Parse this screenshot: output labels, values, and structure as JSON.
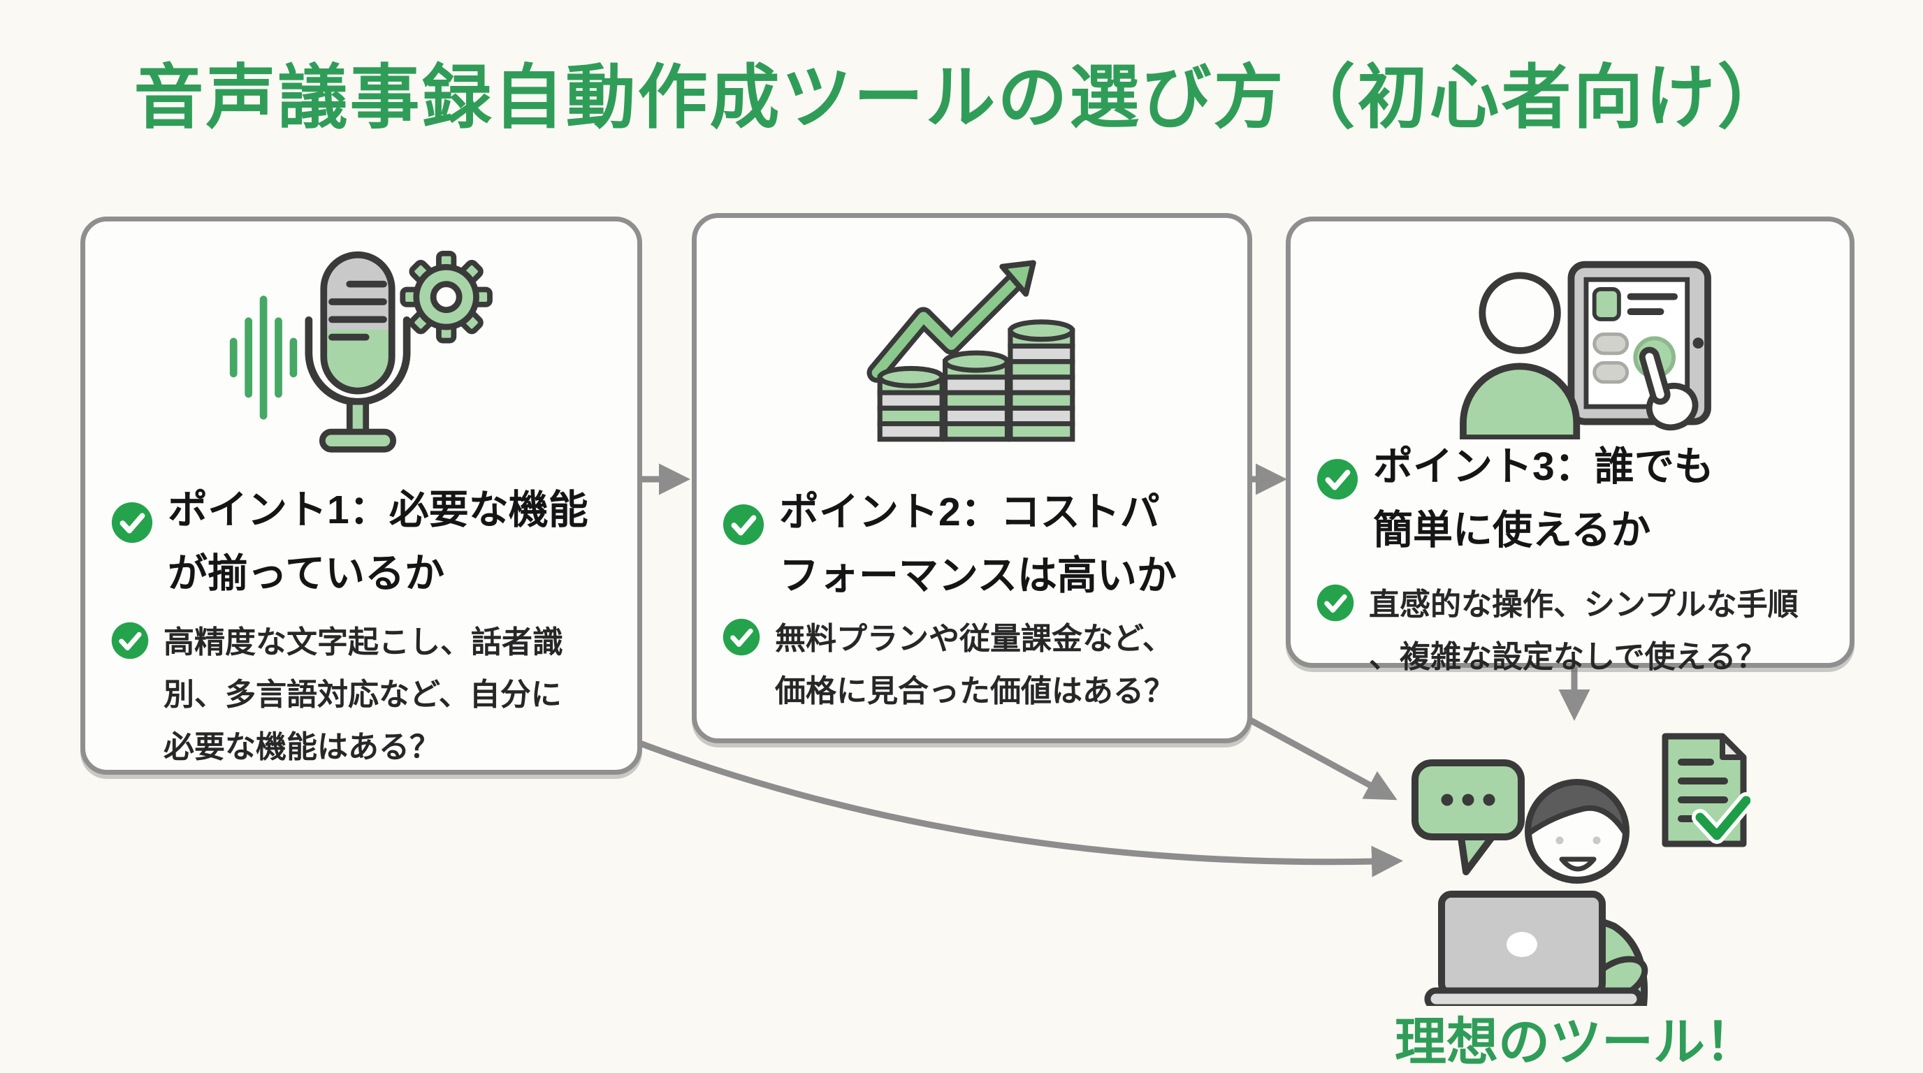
{
  "title": "音声議事録自動作成ツールの選び方（初心者向け）",
  "boxes": [
    {
      "id": "point-1",
      "icon": "microphone-gear-icon",
      "heading": "ポイント1：必要な機能\nが揃っているか",
      "body": "高精度な文字起こし、話者識\n別、多言語対応など、自分に\n必要な機能はある？"
    },
    {
      "id": "point-2",
      "icon": "coin-stacks-growth-icon",
      "heading": "ポイント2：コストパ\nフォーマンスは高いか",
      "body": "無料プランや従量課金など、\n価格に見合った価値はある？"
    },
    {
      "id": "point-3",
      "icon": "user-tablet-touch-icon",
      "heading": "ポイント3：誰でも\n簡単に使えるか",
      "body": "直感的な操作、シンプルな手順\n、複雑な設定なしで使える？"
    }
  ],
  "result": {
    "label": "理想のツール！",
    "icons": [
      "speech-bubble-icon",
      "person-laptop-icon",
      "approved-document-icon"
    ]
  },
  "bullet_icon": "check-icon",
  "colors": {
    "accent_green": "#2f9d58",
    "check_green": "#24a34c",
    "icon_green": "#a8d5a7",
    "outline_dark": "#3a3a3a",
    "box_border_gray": "#8f8f8f",
    "arrow_gray": "#8d8d8d",
    "background": "#faf9f4"
  }
}
